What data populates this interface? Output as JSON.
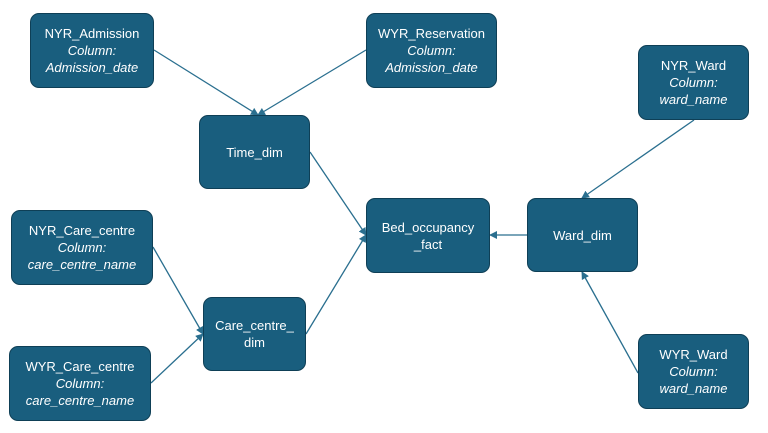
{
  "nodes": {
    "nyr_admission": {
      "title": "NYR_Admission",
      "line2": "Column:",
      "line3": "Admission_date"
    },
    "wyr_reservation": {
      "title": "WYR_Reservation",
      "line2": "Column:",
      "line3": "Admission_date"
    },
    "time_dim": {
      "title": "Time_dim"
    },
    "nyr_ward": {
      "title": "NYR_Ward",
      "line2": "Column:",
      "line3": "ward_name"
    },
    "nyr_care_centre": {
      "title": "NYR_Care_centre",
      "line2": "Column:",
      "line3": "care_centre_name"
    },
    "bed_occupancy_fact": {
      "line1": "Bed_occupancy",
      "line2": "_fact"
    },
    "ward_dim": {
      "title": "Ward_dim"
    },
    "care_centre_dim": {
      "line1": "Care_centre_",
      "line2": "dim"
    },
    "wyr_care_centre": {
      "title": "WYR_Care_centre",
      "line2": "Column:",
      "line3": "care_centre_name"
    },
    "wyr_ward": {
      "title": "WYR_Ward",
      "line2": "Column:",
      "line3": "ward_name"
    }
  },
  "colors": {
    "node_fill": "#195e7e",
    "node_border": "#0e3f56",
    "edge": "#2a6f8f",
    "text": "#ffffff"
  }
}
